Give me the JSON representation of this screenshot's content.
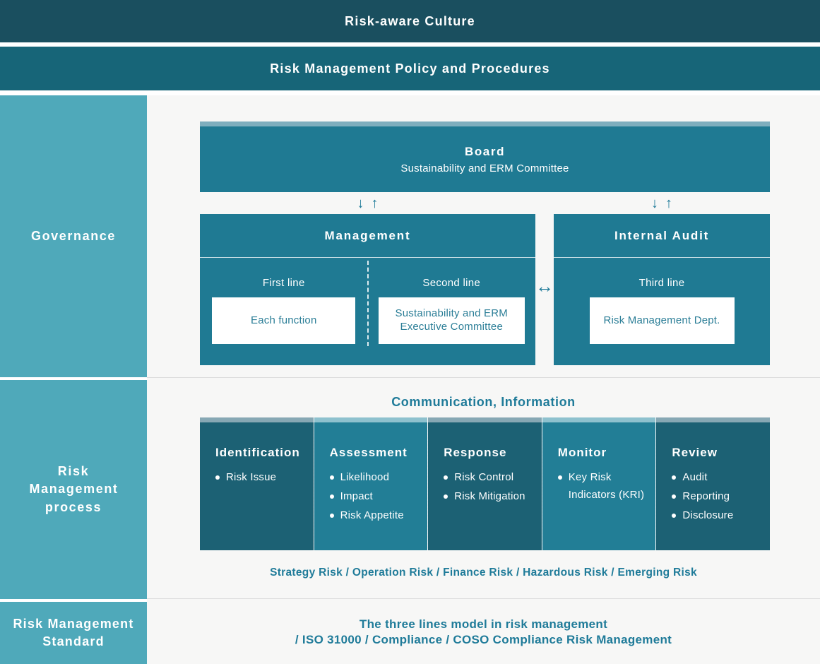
{
  "banners": {
    "culture": "Risk-aware Culture",
    "policy": "Risk Management Policy and Procedures"
  },
  "sidebar": {
    "sections": [
      {
        "label": "Governance"
      },
      {
        "label": "Risk Management process"
      },
      {
        "label": "Risk Management Standard"
      }
    ]
  },
  "governance": {
    "board": {
      "title": "Board",
      "subtitle": "Sustainability and ERM Committee"
    },
    "management": {
      "title": "Management",
      "first_line_label": "First line",
      "first_line_box": "Each function",
      "second_line_label": "Second line",
      "second_line_box": "Sustainability and ERM Executive Committee"
    },
    "internal_audit": {
      "title": "Internal Audit",
      "third_line_label": "Third line",
      "third_line_box": "Risk Management Dept."
    },
    "arrows": {
      "down": "↓",
      "up": "↑",
      "both": "↔"
    }
  },
  "process": {
    "heading": "Communication, Information",
    "columns": [
      {
        "title": "Identification",
        "tone": "dark",
        "items": [
          "Risk Issue"
        ]
      },
      {
        "title": "Assessment",
        "tone": "light",
        "items": [
          "Likelihood",
          "Impact",
          "Risk Appetite"
        ]
      },
      {
        "title": "Response",
        "tone": "dark",
        "items": [
          "Risk Control",
          "Risk Mitigation"
        ]
      },
      {
        "title": "Monitor",
        "tone": "light",
        "items": [
          "Key Risk Indicators (KRI)"
        ]
      },
      {
        "title": "Review",
        "tone": "dark",
        "items": [
          "Audit",
          "Reporting",
          "Disclosure"
        ]
      }
    ],
    "risk_types": "Strategy Risk / Operation Risk / Finance Risk / Hazardous Risk / Emerging Risk"
  },
  "standard": {
    "line1": "The three lines model in risk management",
    "line2": "/ ISO 31000 / Compliance / COSO Compliance Risk Management"
  },
  "colors": {
    "banner_culture_bg": "#1a4f5f",
    "banner_policy_bg": "#176578",
    "sidebar_bg": "#4fa9ba",
    "box_teal": "#1f7a93",
    "board_strip": "#7eaebe",
    "column_dark": "#1c6174",
    "column_light": "#227e96",
    "column_strip_dark": "#87a8b4",
    "column_strip_light": "#8ec1ce",
    "main_bg": "#f7f7f6",
    "teal_text": "#1f7b99",
    "card_text": "#2b7e97"
  }
}
